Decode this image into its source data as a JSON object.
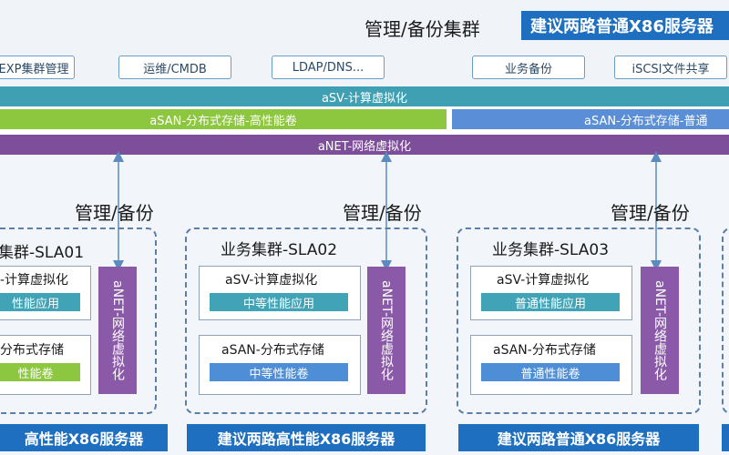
{
  "management": {
    "title": "管理/备份集群",
    "banner": "建议两路普通X86服务器",
    "services": [
      "EXP集群管理",
      "运维/CMDB",
      "LDAP/DNS...",
      "业务备份",
      "iSCSI文件共享"
    ]
  },
  "layers": {
    "asv": "aSV-计算虚拟化",
    "asan_high": "aSAN-分布式存储-高性能卷",
    "asan_std": "aSAN-分布式存储-普通",
    "anet": "aNET-网络虚拟化"
  },
  "clusters": [
    {
      "mgmt_label": "管理/备份",
      "title": "集群-SLA01",
      "asv_label": "-计算虚拟化",
      "asv_app": "性能应用",
      "asan_label": "分布式存储",
      "asan_vol": "性能卷",
      "anet": "aNET-网络虚拟化",
      "server": "高性能X86服务器"
    },
    {
      "mgmt_label": "管理/备份",
      "title": "业务集群-SLA02",
      "asv_label": "aSV-计算虚拟化",
      "asv_app": "中等性能应用",
      "asan_label": "aSAN-分布式存储",
      "asan_vol": "中等性能卷",
      "anet": "aNET-网络虚拟化",
      "server": "建议两路高性能X86服务器"
    },
    {
      "mgmt_label": "管理/备份",
      "title": "业务集群-SLA03",
      "asv_label": "aSV-计算虚拟化",
      "asv_app": "普通性能应用",
      "asan_label": "aSAN-分布式存储",
      "asan_vol": "普通性能卷",
      "anet": "aNET-网络虚拟化",
      "server": "建议两路普通X86服务器"
    }
  ],
  "colors": {
    "banner": "#1e6fbf",
    "asv": "#3fa0b4",
    "asan_high": "#8dc63f",
    "asan_std": "#5a8fd8",
    "anet": "#7d4e9a"
  }
}
